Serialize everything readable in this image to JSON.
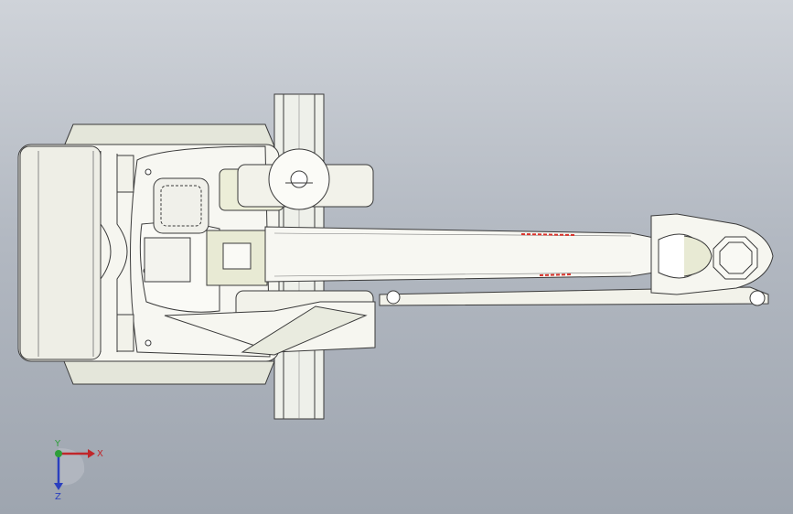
{
  "viewport": {
    "background_top": "#cfd3d9",
    "background_bottom": "#9ea5af"
  },
  "model": {
    "part_fill": "#f4f4ee",
    "part_shade": "#e6e8d8",
    "edge_color": "#3a3a3a",
    "accent_red": "#d9322b"
  },
  "triad": {
    "x_label": "X",
    "y_label": "Y",
    "z_label": "Z",
    "x_color": "#c0262a",
    "y_color": "#2e9e3a",
    "z_color": "#2a3fbf"
  }
}
